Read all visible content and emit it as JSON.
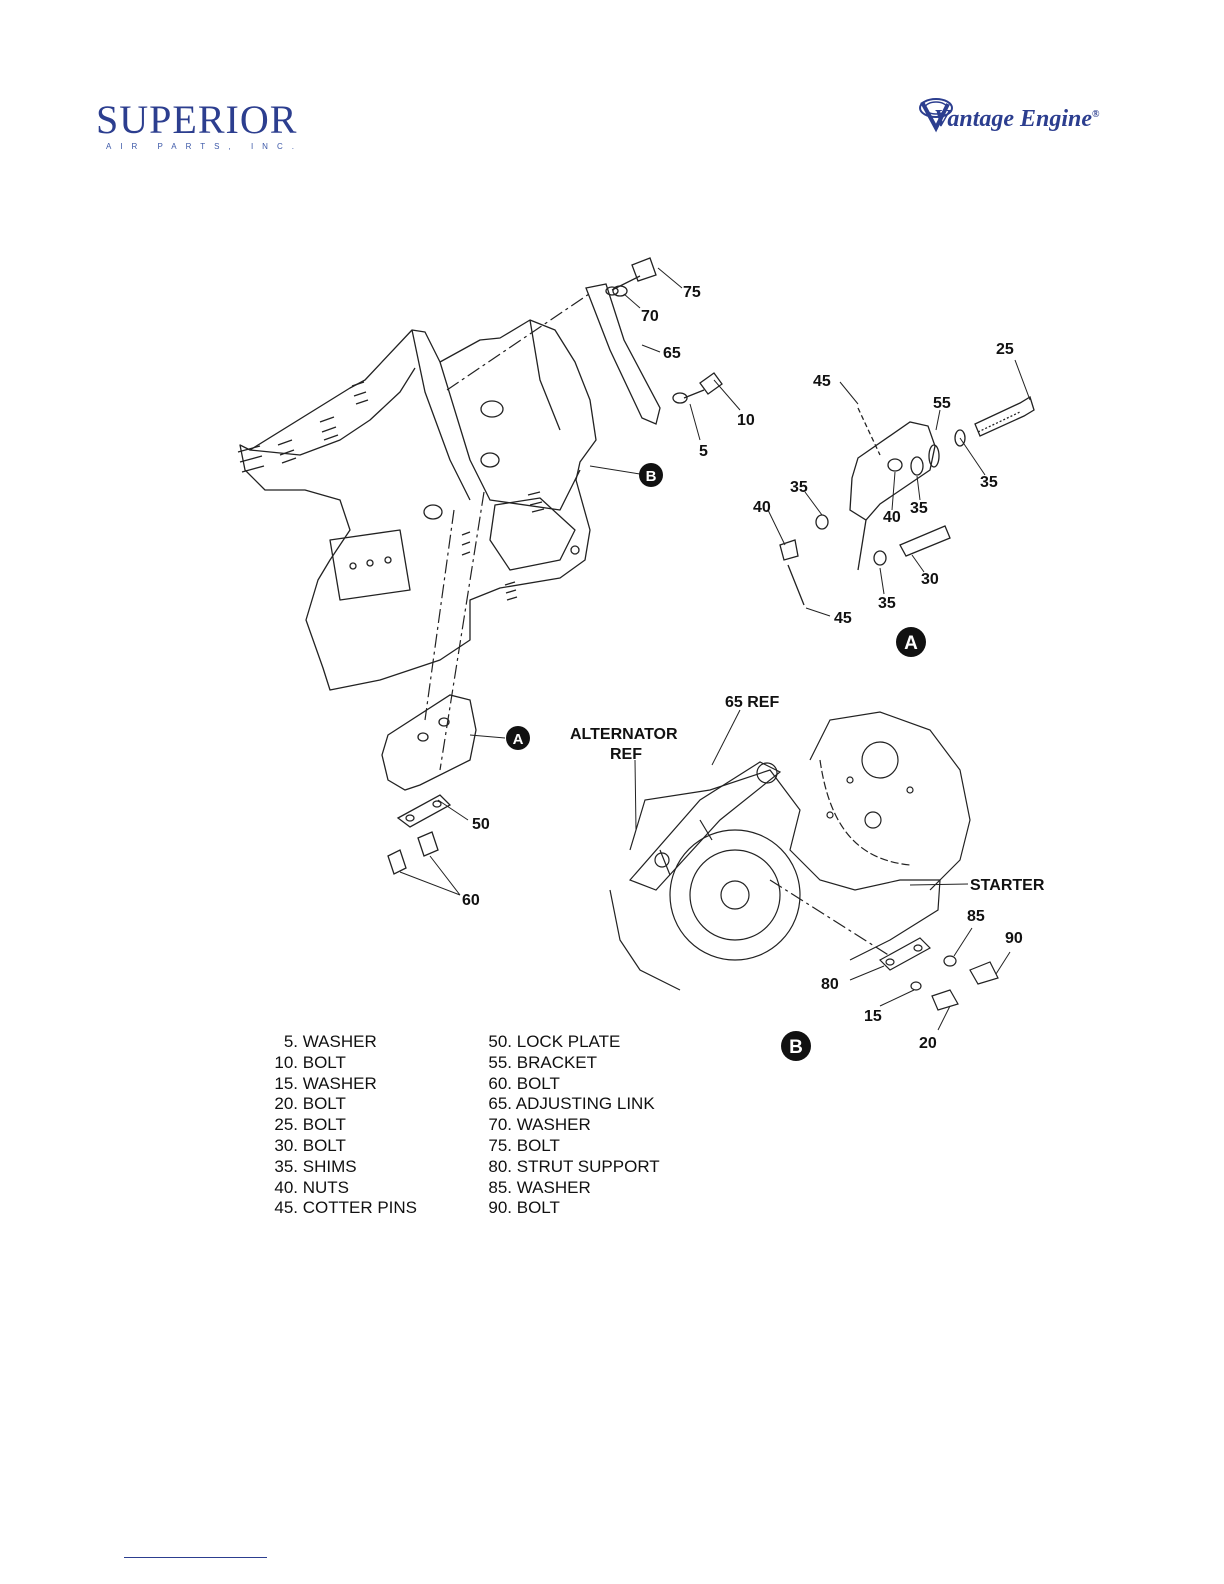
{
  "header": {
    "left_logo": {
      "name": "SUPERIOR",
      "sub": "AIR PARTS, INC."
    },
    "right_logo": {
      "name": "Vantage Engine",
      "mark": "®"
    }
  },
  "diagram": {
    "callouts": {
      "c75": "75",
      "c70": "70",
      "c65": "65",
      "c10": "10",
      "c5": "5",
      "c25": "25",
      "c45a": "45",
      "c55": "55",
      "c35a": "35",
      "c35b": "35",
      "c35c": "35",
      "c40a": "40",
      "c40b": "40",
      "c30": "30",
      "c35d": "35",
      "c45b": "45",
      "c50": "50",
      "c60": "60",
      "c65ref": "65 REF",
      "c80": "80",
      "c85": "85",
      "c90": "90",
      "c15": "15",
      "c20": "20"
    },
    "labels": {
      "alternator_line1": "ALTERNATOR",
      "alternator_line2": "REF",
      "starter": "STARTER"
    },
    "markers": {
      "detail_a": "A",
      "detail_b": "B"
    }
  },
  "legend": {
    "col1": [
      {
        "num": "5.",
        "name": "WASHER"
      },
      {
        "num": "10.",
        "name": "BOLT"
      },
      {
        "num": "15.",
        "name": "WASHER"
      },
      {
        "num": "20.",
        "name": "BOLT"
      },
      {
        "num": "25.",
        "name": "BOLT"
      },
      {
        "num": "30.",
        "name": "BOLT"
      },
      {
        "num": "35.",
        "name": "SHIMS"
      },
      {
        "num": "40.",
        "name": "NUTS"
      },
      {
        "num": "45.",
        "name": "COTTER PINS"
      }
    ],
    "col2": [
      {
        "num": "50.",
        "name": "LOCK PLATE"
      },
      {
        "num": "55.",
        "name": "BRACKET"
      },
      {
        "num": "60.",
        "name": "BOLT"
      },
      {
        "num": "65.",
        "name": "ADJUSTING LINK"
      },
      {
        "num": "70.",
        "name": "WASHER"
      },
      {
        "num": "75.",
        "name": "BOLT"
      },
      {
        "num": "80.",
        "name": "STRUT SUPPORT"
      },
      {
        "num": "85.",
        "name": "WASHER"
      },
      {
        "num": "90.",
        "name": "BOLT"
      }
    ]
  },
  "colors": {
    "brand_blue": "#2c3e8f",
    "line": "#222222"
  }
}
